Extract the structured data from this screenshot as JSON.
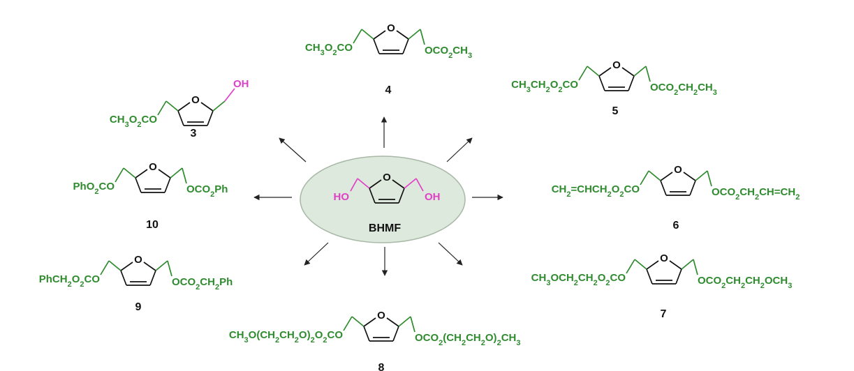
{
  "colors": {
    "substituent": "#2e8b2e",
    "hydroxyl": "#e040c8",
    "ring": "#111111",
    "arrow": "#222222",
    "ellipse_fill": "#dde9dc",
    "ellipse_edge": "#a8b8a6"
  },
  "ring_atom": "O",
  "center": {
    "label": "BHMF",
    "left_group": "HO",
    "right_group": "OH"
  },
  "compounds": [
    {
      "id": "3",
      "number": "3",
      "left": "CH3O2CO",
      "right": "OH",
      "right_is_hydroxyl": true
    },
    {
      "id": "4",
      "number": "4",
      "left": "CH3O2CO",
      "right": "OCO2CH3"
    },
    {
      "id": "5",
      "number": "5",
      "left": "CH3CH2O2CO",
      "right": "OCO2CH2CH3"
    },
    {
      "id": "6",
      "number": "6",
      "left": "CH2=CHCH2O2CO",
      "right": "OCO2CH2CH=CH2"
    },
    {
      "id": "7",
      "number": "7",
      "left": "CH3OCH2CH2O2CO",
      "right": "OCO2CH2CH2OCH3"
    },
    {
      "id": "8",
      "number": "8",
      "left": "CH3O(CH2CH2O)2O2CO",
      "right": "OCO2(CH2CH2O)2CH3"
    },
    {
      "id": "9",
      "number": "9",
      "left": "PhCH2O2CO",
      "right": "OCO2CH2Ph"
    },
    {
      "id": "10",
      "number": "10",
      "left": "PhO2CO",
      "right": "OCO2Ph"
    }
  ]
}
